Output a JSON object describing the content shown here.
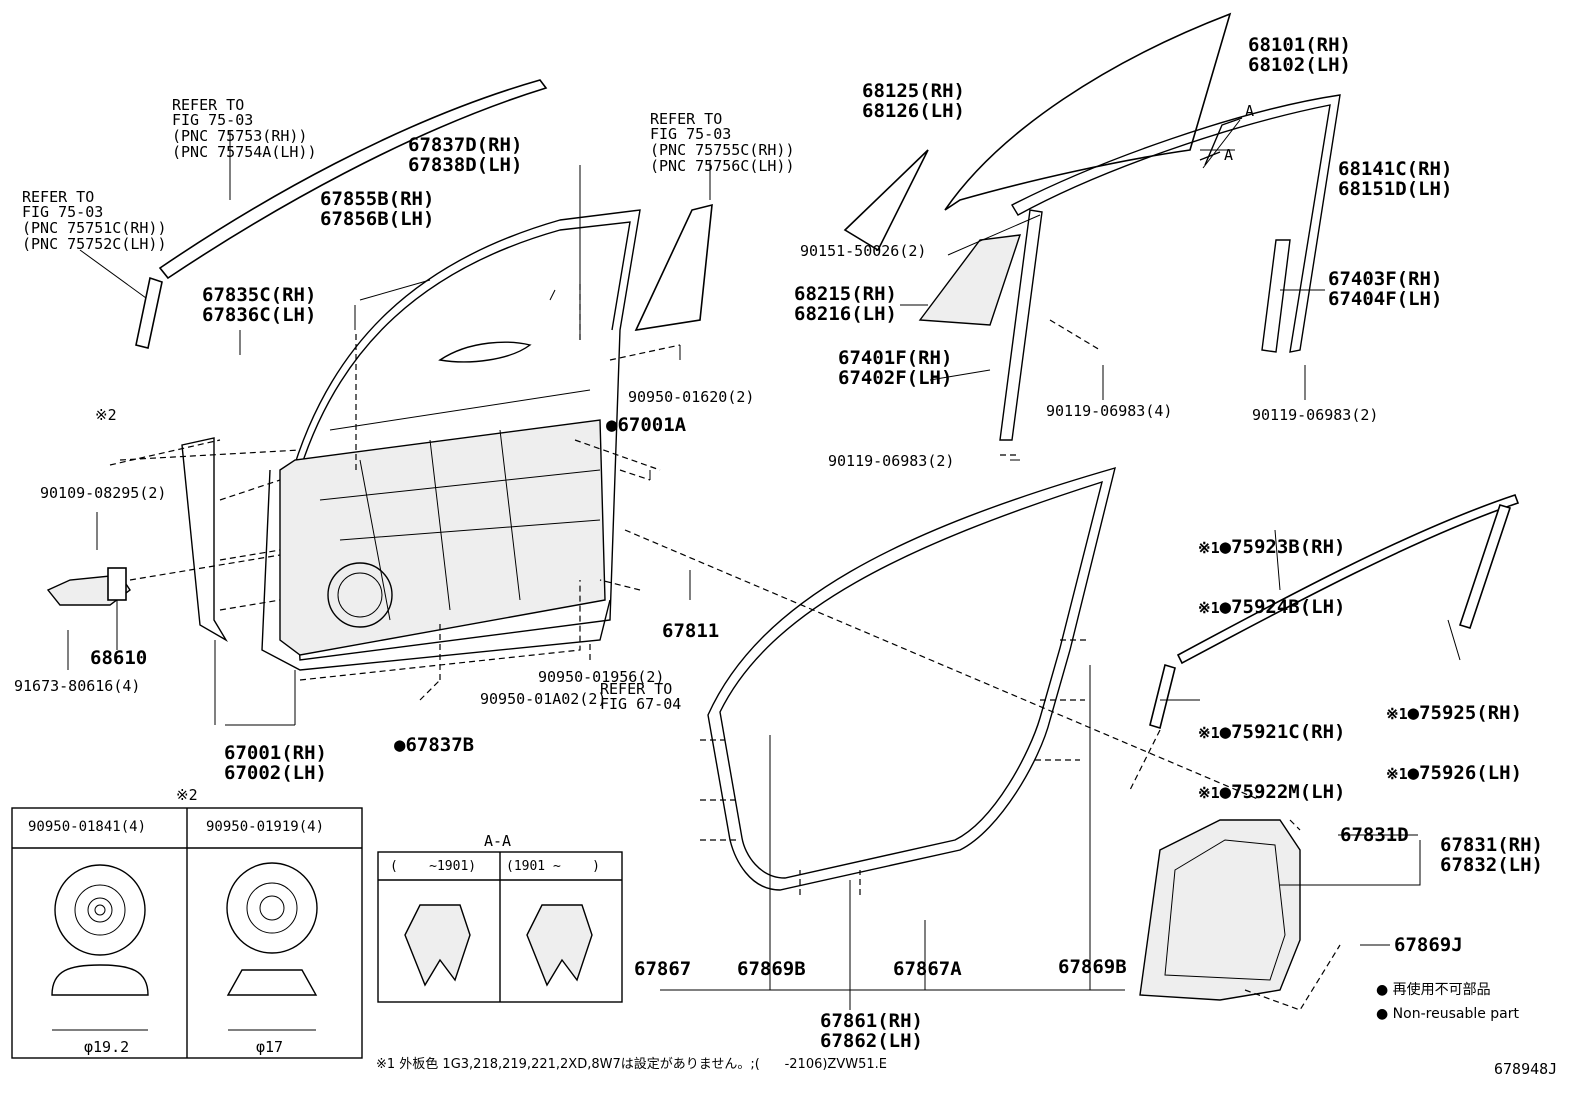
{
  "labels": {
    "refer_a": [
      "REFER TO",
      "FIG 75-03",
      "(PNC 75753(RH))",
      "(PNC 75754A(LH))"
    ],
    "refer_b": [
      "REFER TO",
      "FIG 75-03",
      "(PNC 75751C(RH))",
      "(PNC 75752C(LH))"
    ],
    "refer_c": [
      "REFER TO",
      "FIG 75-03",
      "(PNC 75755C(RH))",
      "(PNC 75756C(LH))"
    ],
    "refer_d": [
      "REFER TO",
      "FIG 67-04"
    ],
    "p67837d": [
      "67837D(RH)",
      "67838D(LH)"
    ],
    "p67855b": [
      "67855B(RH)",
      "67856B(LH)"
    ],
    "p67835c": [
      "67835C(RH)",
      "67836C(LH)"
    ],
    "p68125": [
      "68125(RH)",
      "68126(LH)"
    ],
    "p68101": [
      "68101(RH)",
      "68102(LH)"
    ],
    "p68141c": [
      "68141C(RH)",
      "68151D(LH)"
    ],
    "p67403f": [
      "67403F(RH)",
      "67404F(LH)"
    ],
    "p68215": [
      "68215(RH)",
      "68216(LH)"
    ],
    "p67401f": [
      "67401F(RH)",
      "67402F(LH)"
    ],
    "p90151": "90151-50026(2)",
    "p90119_4": "90119-06983(4)",
    "p90119_2a": "90119-06983(2)",
    "p90119_2b": "90119-06983(2)",
    "p90950_01620": "90950-01620(2)",
    "p67001a": "67001A",
    "note2_top": "※2",
    "p90109": "90109-08295(2)",
    "p68610": "68610",
    "p91673": "91673-80616(4)",
    "p67811": "67811",
    "p90950_01956": "90950-01956(2)",
    "p90950_01a02": "90950-01A02(2)",
    "p67837b": "67837B",
    "p67001": [
      "67001(RH)",
      "67002(LH)"
    ],
    "p75923b": [
      "75923B(RH)",
      "75924B(LH)"
    ],
    "p75921c": [
      "75921C(RH)",
      "75922M(LH)"
    ],
    "p75925": [
      "75925(RH)",
      "75926(LH)"
    ],
    "mark1": "※1",
    "p67831d": "67831D",
    "p67831": [
      "67831(RH)",
      "67832(LH)"
    ],
    "p67869j": "67869J",
    "p67867": "67867",
    "p67869b_1": "67869B",
    "p67867a": "67867A",
    "p67869b_2": "67869B",
    "p67861": [
      "67861(RH)",
      "67862(LH)"
    ],
    "table_note": "※2",
    "table_col1": "90950-01841(4)",
    "table_col2": "90950-01919(4)",
    "dia1": "φ19.2",
    "dia2": "φ17",
    "aa_title": "A-A",
    "aa_col1": "(    ~1901)",
    "aa_col2": "(1901 ~    )",
    "arrow_a1": "A",
    "arrow_a2": "A",
    "legend_jp": "再使用不可部品",
    "legend_en": "Non-reusable part",
    "footnote": "※1 外板色 1G3,218,219,221,2XD,8W7は設定がありません。;(      -2106)ZVW51.E",
    "figure_id": "678948J"
  }
}
